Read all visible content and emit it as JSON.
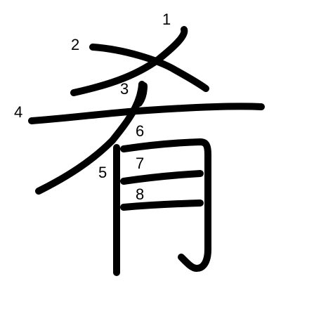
{
  "character": "肴",
  "stroke_numbers": [
    "1",
    "2",
    "3",
    "4",
    "5",
    "6",
    "7",
    "8"
  ],
  "colors": {
    "stroke": "#000000",
    "background": "#ffffff"
  }
}
